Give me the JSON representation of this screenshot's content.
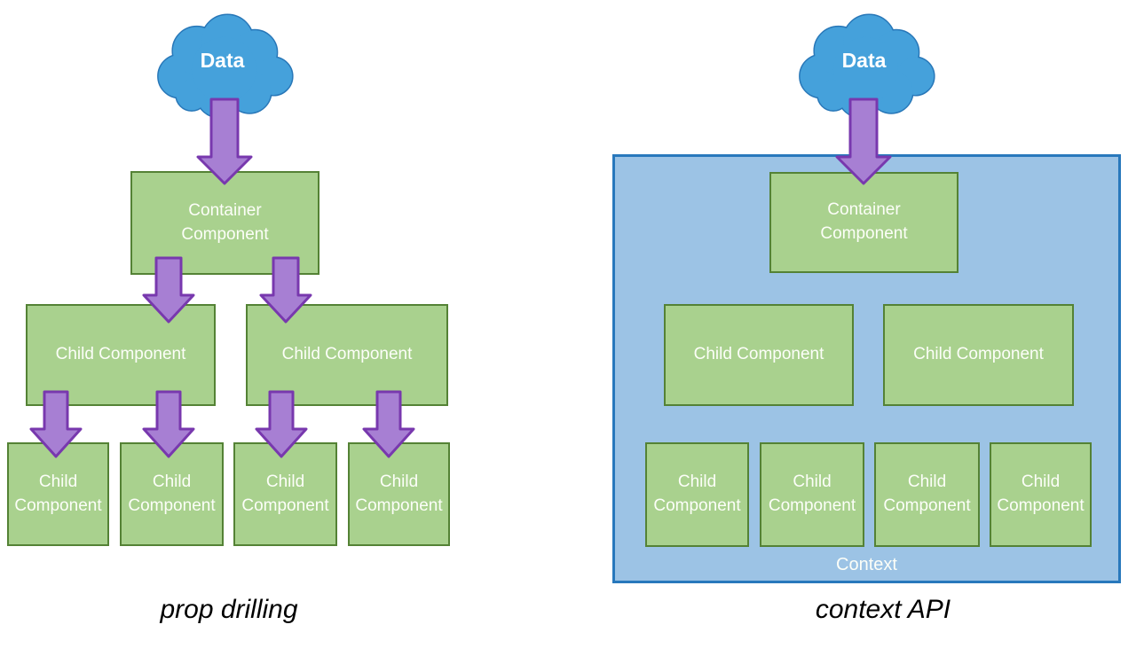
{
  "colors": {
    "cloud_fill": "#45A1DB",
    "cloud_border": "#2877B8",
    "component_fill": "#A9D18E",
    "component_border": "#548235",
    "arrow_fill": "#A77FD3",
    "arrow_border": "#7838AE",
    "context_fill": "#9CC3E5",
    "context_border": "#2878BC",
    "box_text": "#FCFEF8",
    "caption_text": "#000000"
  },
  "left_panel": {
    "caption": "prop drilling",
    "cloud": {
      "label": "Data"
    },
    "container": {
      "label": "Container Component"
    },
    "mid_children": [
      {
        "label": "Child Component"
      },
      {
        "label": "Child Component"
      }
    ],
    "bottom_children": [
      {
        "label": "Child Component"
      },
      {
        "label": "Child Component"
      },
      {
        "label": "Child Component"
      },
      {
        "label": "Child Component"
      }
    ]
  },
  "right_panel": {
    "caption": "context API",
    "cloud": {
      "label": "Data"
    },
    "container": {
      "label": "Container Component"
    },
    "context": {
      "label": "Context"
    },
    "mid_children": [
      {
        "label": "Child Component"
      },
      {
        "label": "Child Component"
      }
    ],
    "bottom_children": [
      {
        "label": "Child Component"
      },
      {
        "label": "Child Component"
      },
      {
        "label": "Child Component"
      },
      {
        "label": "Child Component"
      }
    ]
  }
}
